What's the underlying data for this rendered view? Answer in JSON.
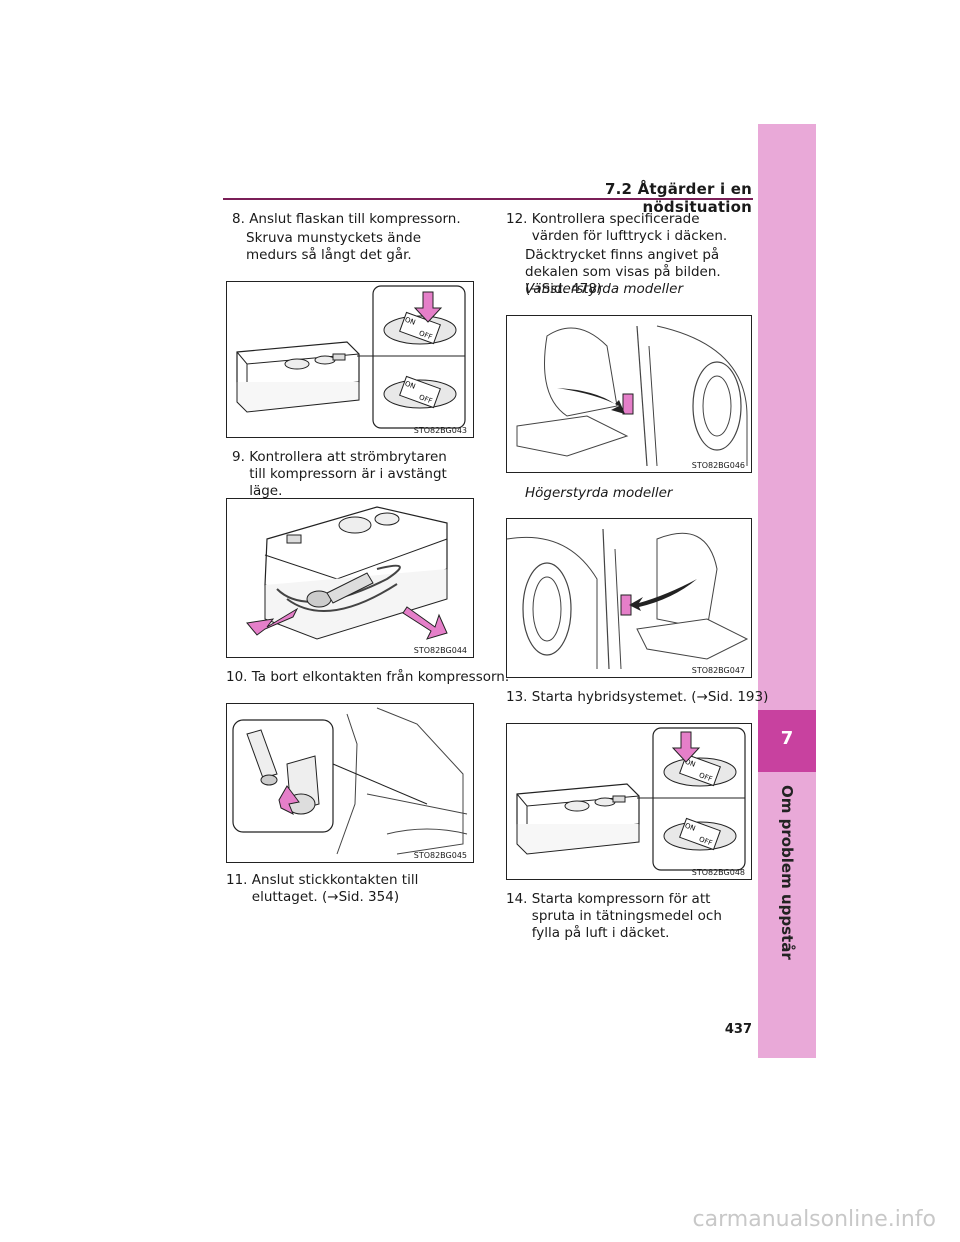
{
  "header": {
    "section": "7.2  Åtgärder i en nödsituation"
  },
  "sidetab": {
    "chapter": "7",
    "title": "Om problem uppstår"
  },
  "page_number": "437",
  "footer": "carmanualsonline.info",
  "steps": {
    "s8": {
      "number": "8.",
      "text": "Anslut flaskan till kompressorn.",
      "desc": "Skruva munstyckets ände medurs så långt det går."
    },
    "s9": {
      "number": "9.",
      "text": "Kontrollera att strömbrytaren till kompressorn är i avstängt läge."
    },
    "s10": {
      "number": "10.",
      "text": "Ta bort elkontakten från kompressorn."
    },
    "s11": {
      "number": "11.",
      "text": "Anslut stickkontakten till eluttaget. (→Sid. 354)"
    },
    "s12": {
      "number": "12.",
      "text": "Kontrollera specificerade värden för lufttryck i däcken.",
      "desc": "Däcktrycket finns angivet på dekalen som visas på bilden. (→Sid. 478)",
      "sub_left": "Vänsterstyrda modeller",
      "sub_right": "Högerstyrda modeller"
    },
    "s13": {
      "number": "13.",
      "text": "Starta hybridsystemet. (→Sid. 193)"
    },
    "s14": {
      "number": "14.",
      "text": "Starta kompressorn för att spruta in tätningsmedel och fylla på luft i däcket."
    }
  },
  "figures": {
    "f43": {
      "label": "STO82BG043",
      "switch_on": "ON",
      "switch_off": "OFF"
    },
    "f44": {
      "label": "STO82BG044"
    },
    "f45": {
      "label": "STO82BG045"
    },
    "f46": {
      "label": "STO82BG046"
    },
    "f47": {
      "label": "STO82BG047"
    },
    "f48": {
      "label": "STO82BG048",
      "switch_on": "ON",
      "switch_off": "OFF"
    }
  },
  "colors": {
    "accent_pink": "#e9a9d8",
    "accent_dark": "#c8419f",
    "arrow_pink": "#e57fc9",
    "header_rule": "#7a1e57"
  }
}
